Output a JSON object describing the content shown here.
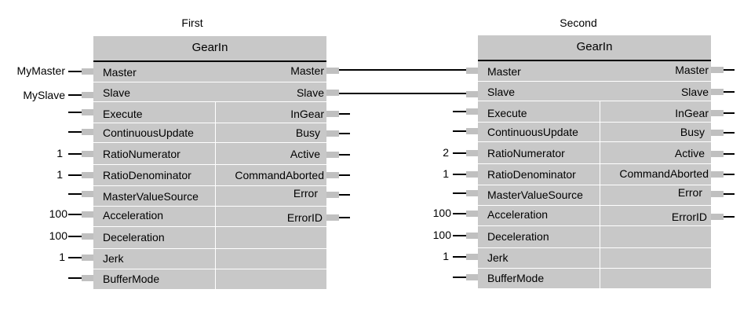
{
  "blocks": [
    {
      "title": "First",
      "type": "GearIn",
      "inputs": [
        "Master",
        "Slave",
        "Execute",
        "ContinuousUpdate",
        "RatioNumerator",
        "RatioDenominator",
        "MasterValueSource",
        "Acceleration",
        "Deceleration",
        "Jerk",
        "BufferMode"
      ],
      "outputs": [
        "Master",
        "Slave",
        "InGear",
        "Busy",
        "Active",
        "CommandAborted",
        "Error",
        "ErrorID"
      ],
      "input_args": [
        "MyMaster",
        "MySlave",
        "",
        "",
        "1",
        "1",
        "",
        "100",
        "100",
        "1",
        ""
      ]
    },
    {
      "title": "Second",
      "type": "GearIn",
      "inputs": [
        "Master",
        "Slave",
        "Execute",
        "ContinuousUpdate",
        "RatioNumerator",
        "RatioDenominator",
        "MasterValueSource",
        "Acceleration",
        "Deceleration",
        "Jerk",
        "BufferMode"
      ],
      "outputs": [
        "Master",
        "Slave",
        "InGear",
        "Busy",
        "Active",
        "CommandAborted",
        "Error",
        "ErrorID"
      ],
      "input_args": [
        "",
        "",
        "",
        "",
        "2",
        "1",
        "",
        "100",
        "100",
        "1",
        ""
      ]
    }
  ]
}
